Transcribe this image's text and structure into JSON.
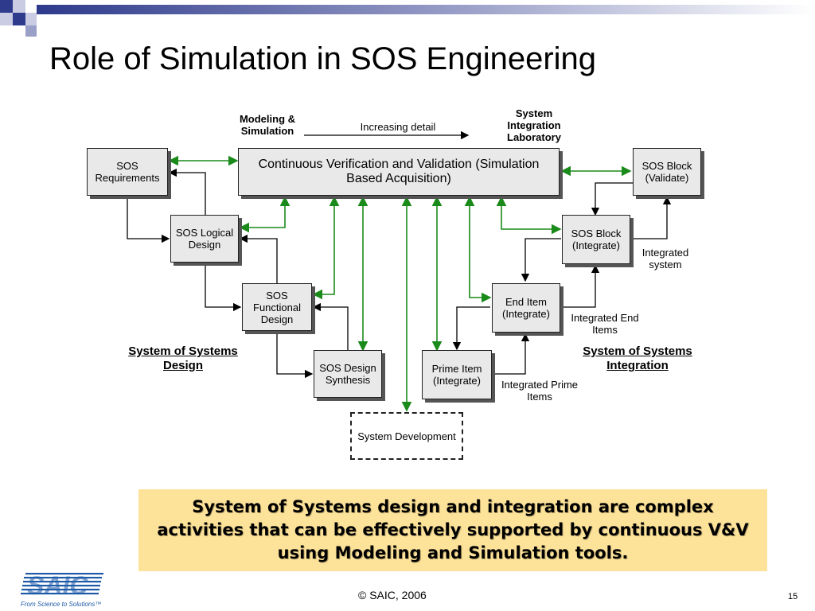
{
  "slide": {
    "title": "Role of Simulation in SOS Engineering",
    "footer": "© SAIC, 2006",
    "page_number": "15",
    "logo_text": "SAIC",
    "logo_tagline": "From Science to Solutions™"
  },
  "diagram": {
    "header_left": "Modeling & Simulation",
    "header_arrow": "Increasing detail",
    "header_right": "System Integration Laboratory",
    "center_box": "Continuous Verification and Validation (Simulation Based Acquisition)",
    "boxes": {
      "sos_requirements": "SOS Requirements",
      "sos_logical_design": "SOS Logical Design",
      "sos_functional_design": "SOS Functional Design",
      "sos_design_synthesis": "SOS Design Synthesis",
      "system_development": "System Development",
      "prime_item_integrate": "Prime Item (Integrate)",
      "end_item_integrate": "End Item (Integrate)",
      "sos_block_integrate": "SOS Block (Integrate)",
      "sos_block_validate": "SOS Block (Validate)"
    },
    "labels": {
      "integrated_prime_items": "Integrated Prime Items",
      "integrated_end_items": "Integrated End Items",
      "integrated_system": "Integrated system"
    },
    "sections": {
      "design": "System of Systems Design",
      "integration": "System of Systems Integration"
    },
    "colors": {
      "link_green": "#1a8a1a",
      "box_fill": "#e9e9e9",
      "callout_fill": "#fde29a"
    }
  },
  "callout": "System of Systems design and integration are complex activities that can be effectively supported by continuous V&V using Modeling and Simulation tools."
}
